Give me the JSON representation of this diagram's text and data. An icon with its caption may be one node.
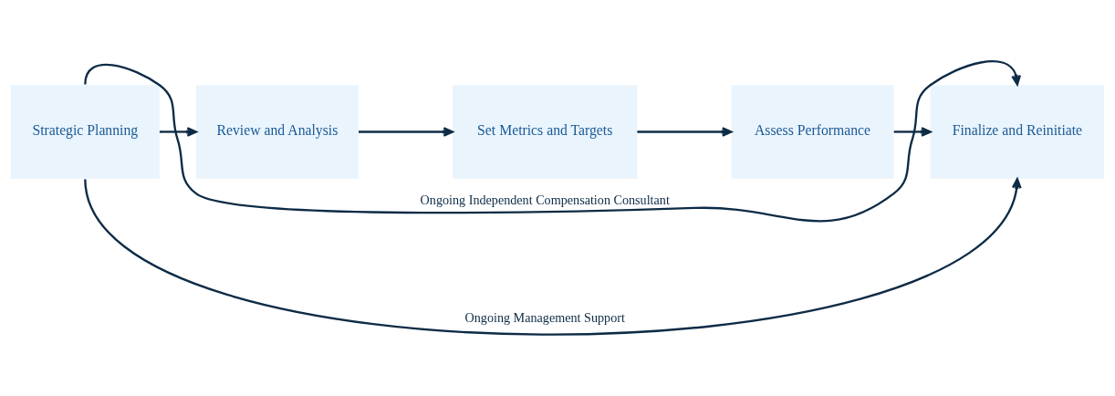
{
  "diagram": {
    "nodes": [
      {
        "text": [
          "Strategic Planning"
        ]
      },
      {
        "text": [
          "Review and Analysis"
        ]
      },
      {
        "text": [
          "Set Metrics and Targets"
        ]
      },
      {
        "text": [
          "Assess Performance"
        ]
      },
      {
        "text": [
          "Finalize and Reinitiate"
        ]
      }
    ],
    "edges": [
      {
        "from": 0,
        "to": 1,
        "arrow": "to"
      },
      {
        "from": 1,
        "to": 2,
        "arrow": "to"
      },
      {
        "from": 2,
        "to": 3,
        "arrow": "to"
      },
      {
        "from": 3,
        "to": 4,
        "arrow": "to"
      },
      {
        "from": 0,
        "to": 4,
        "arrow": "to",
        "label": "Ongoing Independent Compensation Consultant"
      },
      {
        "from": 0,
        "to": 4,
        "arrow": "to",
        "label": "Ongoing Management Support"
      }
    ]
  }
}
